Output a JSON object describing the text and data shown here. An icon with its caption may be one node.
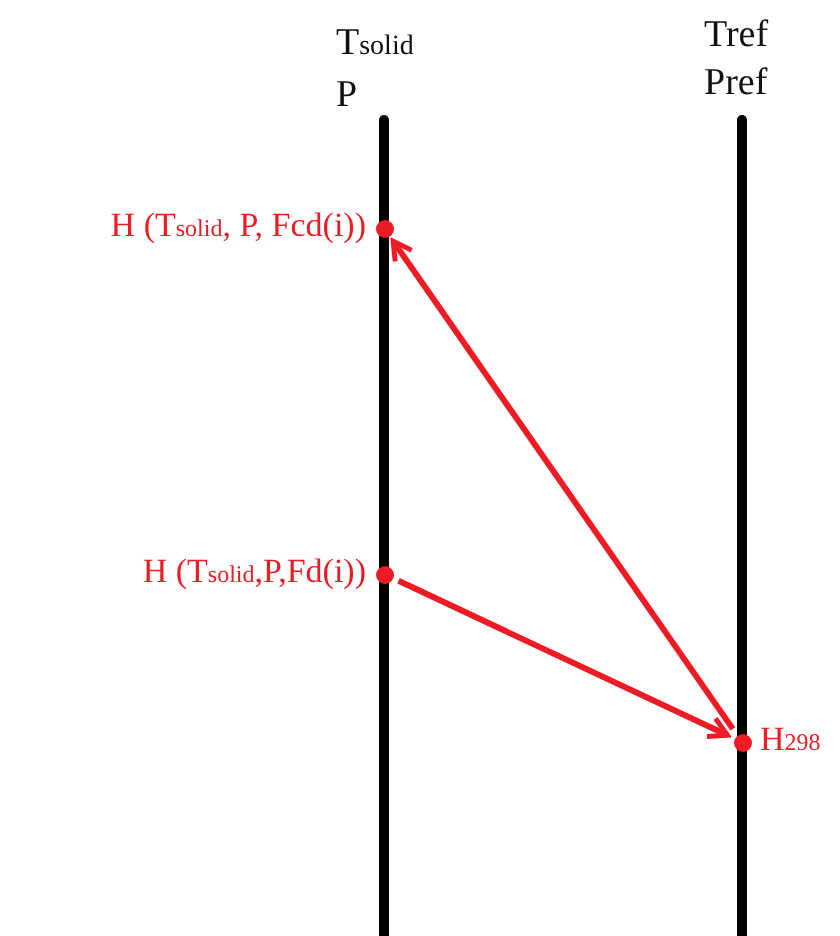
{
  "diagram": {
    "nodes": [
      {
        "text": [],
        "shape": "circle",
        "beside": [
          "H (T$_{solid}$, P, Fcd(i))"
        ]
      },
      {
        "text": [],
        "shape": "circle",
        "beside": [
          "H (T$_{solid}$,P,Fd(i))"
        ]
      },
      {
        "text": [],
        "shape": "circle",
        "beside": [
          "H$_{298}$"
        ]
      }
    ],
    "edges": [
      {
        "from": 1,
        "to": 2,
        "arrow": "to"
      },
      {
        "from": 2,
        "to": 0,
        "arrow": "to"
      }
    ],
    "labels": [
      "T$_{solid}$ P",
      "Tref Pref"
    ]
  }
}
